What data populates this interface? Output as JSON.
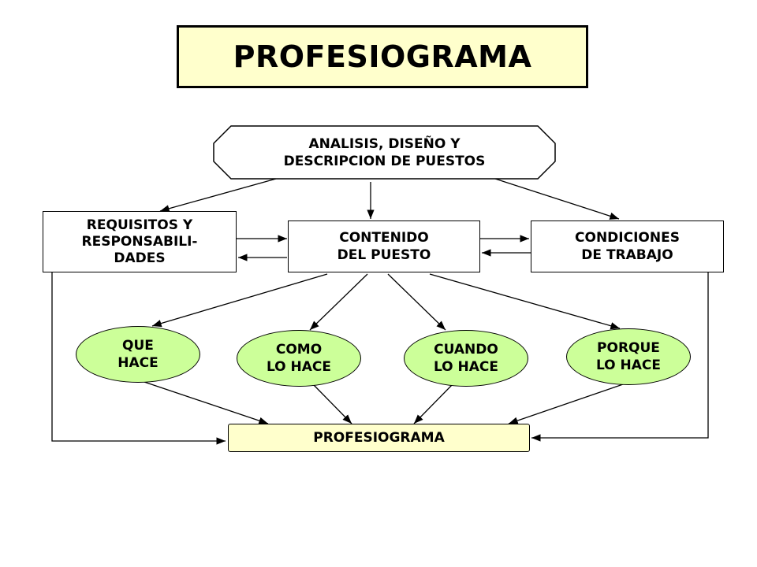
{
  "title": "PROFESIOGRAMA",
  "nodes": {
    "analisis": "ANALISIS, DISEÑO Y\nDESCRIPCION DE PUESTOS",
    "requisitos": "REQUISITOS Y\nRESPONSABILI-\nDADES",
    "contenido": "CONTENIDO\nDEL PUESTO",
    "condiciones": "CONDICIONES\nDE TRABAJO",
    "que_hace": "QUE\nHACE",
    "como_hace": "COMO\nLO HACE",
    "cuando_hace": "CUANDO\nLO HACE",
    "porque_hace": "PORQUE\nLO HACE",
    "profesiograma": "PROFESIOGRAMA"
  },
  "colors": {
    "title_fill": "#ffffcc",
    "ellipse_fill": "#ccff99",
    "final_fill": "#ffffcc",
    "stroke": "#000000"
  }
}
